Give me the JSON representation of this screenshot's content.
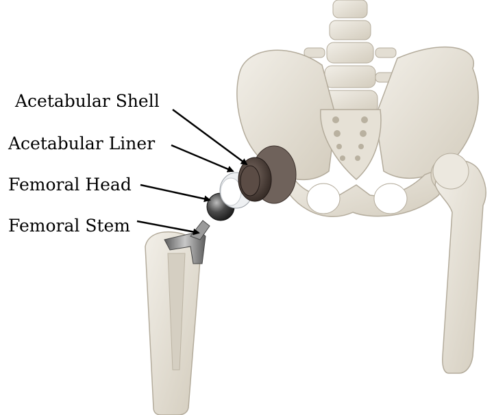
{
  "labels": {
    "acetabular_shell": "Acetabular Shell",
    "acetabular_liner": "Acetabular Liner",
    "femoral_head": "Femoral Head",
    "femoral_stem": "Femoral Stem"
  },
  "colors": {
    "bone": "#e8e4db",
    "bone_shadow": "#c9c2b3",
    "bone_outline": "#b3ab9b",
    "shell": "#4a3a33",
    "liner": "#e9ecef",
    "head": "#3a3a3a",
    "stem": "#8a8a8a",
    "arrow": "#000000"
  }
}
